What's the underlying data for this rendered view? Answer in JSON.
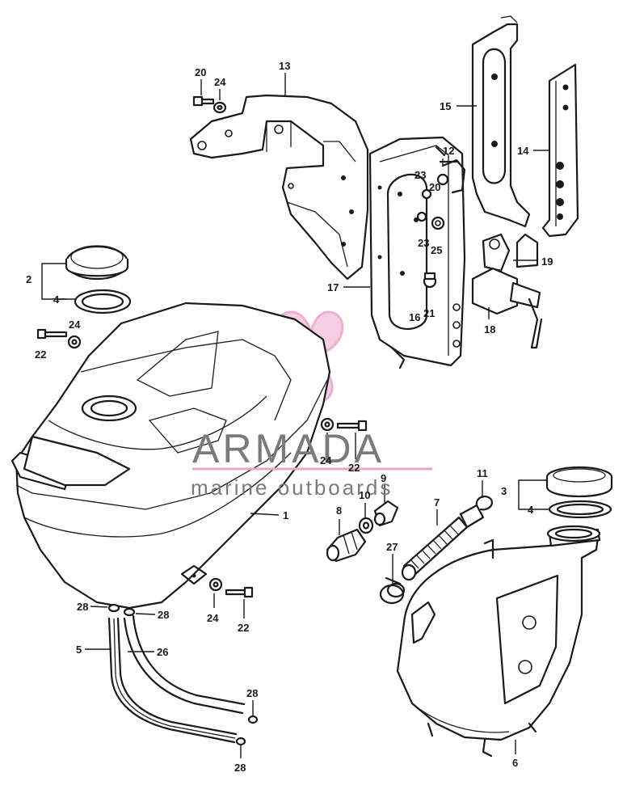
{
  "watermark": {
    "brand": "ARMADA",
    "tagline": "marine outboards",
    "accent_color": "#e9a4c8",
    "text_color": "#7a7a7a"
  },
  "callouts": [
    {
      "id": "c20a",
      "text": "20",
      "part": "bolt"
    },
    {
      "id": "c24a",
      "text": "24",
      "part": "washer"
    },
    {
      "id": "c13",
      "text": "13",
      "part": "side cover bracket"
    },
    {
      "id": "c15",
      "text": "15",
      "part": "mounting plate"
    },
    {
      "id": "c14",
      "text": "14",
      "part": "stay"
    },
    {
      "id": "c12",
      "text": "12",
      "part": "clip"
    },
    {
      "id": "c23a",
      "text": "23",
      "part": "nut"
    },
    {
      "id": "c20b",
      "text": "20",
      "part": "bolt"
    },
    {
      "id": "c23b",
      "text": "23",
      "part": "nut"
    },
    {
      "id": "c25",
      "text": "25",
      "part": "washer"
    },
    {
      "id": "c19",
      "text": "19",
      "part": "cushion"
    },
    {
      "id": "c17",
      "text": "17",
      "part": "tool box"
    },
    {
      "id": "c16",
      "text": "16",
      "part": "rubber"
    },
    {
      "id": "c21",
      "text": "21",
      "part": "screw"
    },
    {
      "id": "c18",
      "text": "18",
      "part": "lock"
    },
    {
      "id": "c2",
      "text": "2",
      "part": "fuel tank cap"
    },
    {
      "id": "c4a",
      "text": "4",
      "part": "gasket"
    },
    {
      "id": "c24b",
      "text": "24",
      "part": "washer"
    },
    {
      "id": "c22a",
      "text": "22",
      "part": "bolt"
    },
    {
      "id": "c1",
      "text": "1",
      "part": "fuel tank"
    },
    {
      "id": "c24c",
      "text": "24",
      "part": "washer"
    },
    {
      "id": "c22b",
      "text": "22",
      "part": "bolt"
    },
    {
      "id": "c8",
      "text": "8",
      "part": "fitting"
    },
    {
      "id": "c10",
      "text": "10",
      "part": "washer"
    },
    {
      "id": "c9",
      "text": "9",
      "part": "fitting"
    },
    {
      "id": "c11",
      "text": "11",
      "part": "clip"
    },
    {
      "id": "c7",
      "text": "7",
      "part": "hose"
    },
    {
      "id": "c3",
      "text": "3",
      "part": "oil tank cap"
    },
    {
      "id": "c4b",
      "text": "4",
      "part": "gasket"
    },
    {
      "id": "c27",
      "text": "27",
      "part": "clamp"
    },
    {
      "id": "c28a",
      "text": "28",
      "part": "clip"
    },
    {
      "id": "c28b",
      "text": "28",
      "part": "clip"
    },
    {
      "id": "c24d",
      "text": "24",
      "part": "washer"
    },
    {
      "id": "c22c",
      "text": "22",
      "part": "bolt"
    },
    {
      "id": "c5",
      "text": "5",
      "part": "breather tube"
    },
    {
      "id": "c26",
      "text": "26",
      "part": "overflow tube"
    },
    {
      "id": "c28c",
      "text": "28",
      "part": "clip"
    },
    {
      "id": "c28d",
      "text": "28",
      "part": "clip"
    },
    {
      "id": "c6",
      "text": "6",
      "part": "oil tank"
    }
  ]
}
